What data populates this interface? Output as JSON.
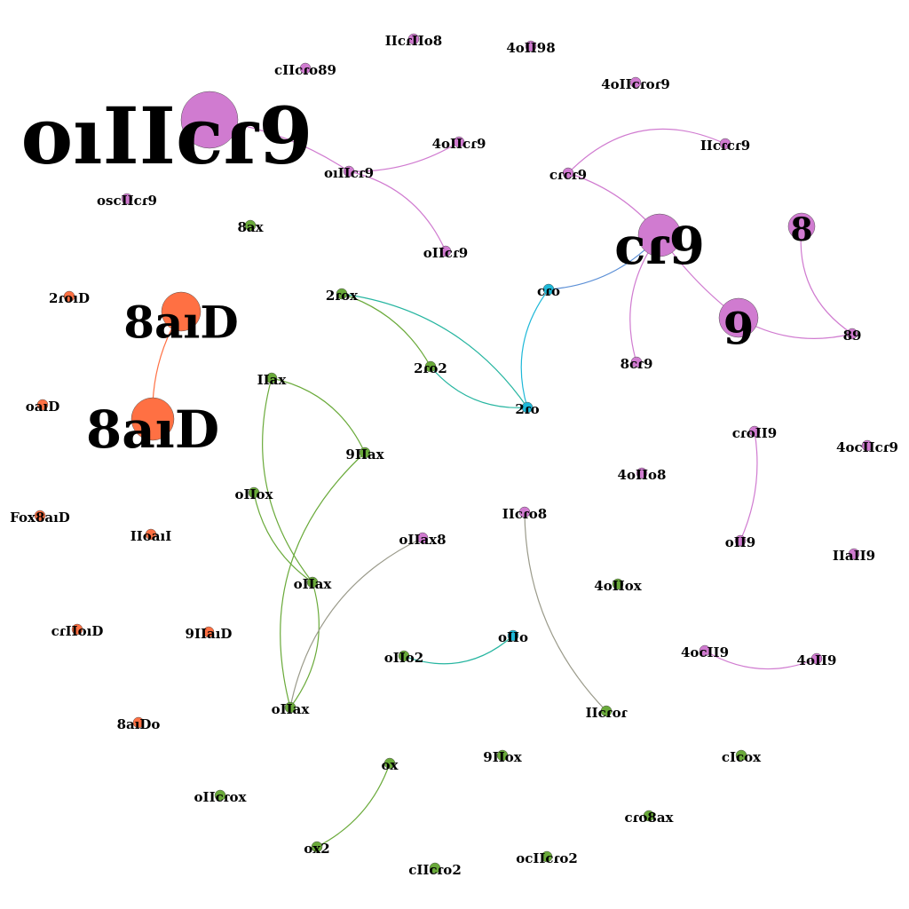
{
  "colors": {
    "purple": "#d07bd0",
    "orange": "#ff7043",
    "green": "#6aaa3a",
    "teal": "#26b5a0",
    "cyan": "#1eb8d8",
    "blue": "#5b8fd6",
    "gray": "#9a9a8a"
  },
  "nodes": [
    {
      "id": "n1",
      "label": "oıIIcɾ9",
      "group": "purple",
      "size": "xl"
    },
    {
      "id": "n2",
      "label": "cɾ9",
      "group": "purple",
      "size": "l"
    },
    {
      "id": "n3",
      "label": "9",
      "group": "purple",
      "size": "m"
    },
    {
      "id": "n4",
      "label": "8",
      "group": "purple",
      "size": "s"
    },
    {
      "id": "n5",
      "label": "8aıD",
      "group": "orange",
      "size": "l"
    },
    {
      "id": "n6",
      "label": "8aıD",
      "group": "orange",
      "size": "m"
    },
    {
      "id": "n7",
      "label": "oıIIcɾ9",
      "group": "purple",
      "size": "xs"
    },
    {
      "id": "n8",
      "label": "4oIIcɾ9",
      "group": "purple",
      "size": "xs"
    },
    {
      "id": "n9",
      "label": "oIIcɾ9",
      "group": "purple",
      "size": "xs"
    },
    {
      "id": "n10",
      "label": "cɾcɾ9",
      "group": "purple",
      "size": "xs"
    },
    {
      "id": "n11",
      "label": "IIcɾcɾ9",
      "group": "purple",
      "size": "xs"
    },
    {
      "id": "n12",
      "label": "8cɾ9",
      "group": "purple",
      "size": "xs"
    },
    {
      "id": "n13",
      "label": "89",
      "group": "purple",
      "size": "xs"
    },
    {
      "id": "n14",
      "label": "IIcɾIIo8",
      "group": "purple",
      "size": "xs"
    },
    {
      "id": "n15",
      "label": "4oII98",
      "group": "purple",
      "size": "xs"
    },
    {
      "id": "n16",
      "label": "cIIcɾo89",
      "group": "purple",
      "size": "xs"
    },
    {
      "id": "n17",
      "label": "4oIIcɾoɾ9",
      "group": "purple",
      "size": "xs"
    },
    {
      "id": "n18",
      "label": "oscIIcɾ9",
      "group": "purple",
      "size": "xs"
    },
    {
      "id": "n19",
      "label": "cɾoII9",
      "group": "purple",
      "size": "xs"
    },
    {
      "id": "n20",
      "label": "oII9",
      "group": "purple",
      "size": "xs"
    },
    {
      "id": "n21",
      "label": "4ocIIcɾ9",
      "group": "purple",
      "size": "xs"
    },
    {
      "id": "n22",
      "label": "4oIIo8",
      "group": "purple",
      "size": "xs"
    },
    {
      "id": "n23",
      "label": "IIaII9",
      "group": "purple",
      "size": "xs"
    },
    {
      "id": "n24",
      "label": "IIcɾo8",
      "group": "purple",
      "size": "xs"
    },
    {
      "id": "n25",
      "label": "oIIax8",
      "group": "purple",
      "size": "xs"
    },
    {
      "id": "n26",
      "label": "4ocII9",
      "group": "purple",
      "size": "xs"
    },
    {
      "id": "n27",
      "label": "4oII9",
      "group": "purple",
      "size": "xs"
    },
    {
      "id": "n28",
      "label": "cɾo",
      "group": "cyan",
      "size": "xs"
    },
    {
      "id": "n29",
      "label": "2ɾo",
      "group": "cyan",
      "size": "xs"
    },
    {
      "id": "n30",
      "label": "oIIo",
      "group": "cyan",
      "size": "xs"
    },
    {
      "id": "n31",
      "label": "8ax",
      "group": "green",
      "size": "xs"
    },
    {
      "id": "n32",
      "label": "2ɾox",
      "group": "green",
      "size": "xs"
    },
    {
      "id": "n33",
      "label": "2ɾo2",
      "group": "green",
      "size": "xs"
    },
    {
      "id": "n34",
      "label": "IIax",
      "group": "green",
      "size": "xs"
    },
    {
      "id": "n35",
      "label": "9IIax",
      "group": "green",
      "size": "xs"
    },
    {
      "id": "n36",
      "label": "oIIox",
      "group": "green",
      "size": "xs"
    },
    {
      "id": "n37",
      "label": "oIIax",
      "group": "green",
      "size": "xs"
    },
    {
      "id": "n38",
      "label": "oIIax",
      "group": "green",
      "size": "xs"
    },
    {
      "id": "n39",
      "label": "oIIo2",
      "group": "green",
      "size": "xs"
    },
    {
      "id": "n40",
      "label": "4oIIox",
      "group": "green",
      "size": "xs"
    },
    {
      "id": "n41",
      "label": "IIcɾoɾ",
      "group": "green",
      "size": "xs"
    },
    {
      "id": "n42",
      "label": "9IIox",
      "group": "green",
      "size": "xs"
    },
    {
      "id": "n43",
      "label": "cIcox",
      "group": "green",
      "size": "xs"
    },
    {
      "id": "n44",
      "label": "ox",
      "group": "green",
      "size": "xs"
    },
    {
      "id": "n45",
      "label": "ox2",
      "group": "green",
      "size": "xs"
    },
    {
      "id": "n46",
      "label": "oIIcɾox",
      "group": "green",
      "size": "xs"
    },
    {
      "id": "n47",
      "label": "cɾo8ax",
      "group": "green",
      "size": "xs"
    },
    {
      "id": "n48",
      "label": "cIIcɾo2",
      "group": "green",
      "size": "xs"
    },
    {
      "id": "n49",
      "label": "ocIIcɾo2",
      "group": "green",
      "size": "xs"
    },
    {
      "id": "n50",
      "label": "2ɾoıD",
      "group": "orange",
      "size": "xs"
    },
    {
      "id": "n51",
      "label": "oaıD",
      "group": "orange",
      "size": "xs"
    },
    {
      "id": "n52",
      "label": "Fox8aıD",
      "group": "orange",
      "size": "xs"
    },
    {
      "id": "n53",
      "label": "IIoaıI",
      "group": "orange",
      "size": "xs"
    },
    {
      "id": "n54",
      "label": "cɾIIoıD",
      "group": "orange",
      "size": "xs"
    },
    {
      "id": "n55",
      "label": "9IIaıD",
      "group": "orange",
      "size": "xs"
    },
    {
      "id": "n56",
      "label": "8aıDo",
      "group": "orange",
      "size": "xs"
    }
  ],
  "edges": [
    {
      "source": "n1",
      "target": "n7",
      "color": "purple"
    },
    {
      "source": "n7",
      "target": "n8",
      "color": "purple"
    },
    {
      "source": "n7",
      "target": "n9",
      "color": "purple"
    },
    {
      "source": "n10",
      "target": "n11",
      "color": "purple"
    },
    {
      "source": "n10",
      "target": "n2",
      "color": "purple"
    },
    {
      "source": "n2",
      "target": "n3",
      "color": "purple"
    },
    {
      "source": "n2",
      "target": "n12",
      "color": "purple"
    },
    {
      "source": "n2",
      "target": "n28",
      "color": "blue"
    },
    {
      "source": "n3",
      "target": "n13",
      "color": "purple"
    },
    {
      "source": "n4",
      "target": "n13",
      "color": "purple"
    },
    {
      "source": "n28",
      "target": "n29",
      "color": "cyan"
    },
    {
      "source": "n32",
      "target": "n29",
      "color": "teal"
    },
    {
      "source": "n32",
      "target": "n33",
      "color": "green"
    },
    {
      "source": "n33",
      "target": "n29",
      "color": "teal"
    },
    {
      "source": "n5",
      "target": "n6",
      "color": "orange"
    },
    {
      "source": "n34",
      "target": "n35",
      "color": "green"
    },
    {
      "source": "n34",
      "target": "n37",
      "color": "green"
    },
    {
      "source": "n36",
      "target": "n37",
      "color": "green"
    },
    {
      "source": "n35",
      "target": "n38",
      "color": "green"
    },
    {
      "source": "n37",
      "target": "n38",
      "color": "green"
    },
    {
      "source": "n25",
      "target": "n38",
      "color": "gray"
    },
    {
      "source": "n24",
      "target": "n41",
      "color": "gray"
    },
    {
      "source": "n39",
      "target": "n30",
      "color": "teal"
    },
    {
      "source": "n19",
      "target": "n20",
      "color": "purple"
    },
    {
      "source": "n26",
      "target": "n27",
      "color": "purple"
    },
    {
      "source": "n44",
      "target": "n45",
      "color": "green"
    }
  ]
}
